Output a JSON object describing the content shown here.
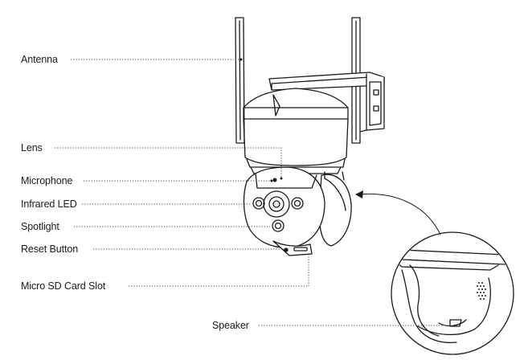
{
  "labels": {
    "antenna": "Antenna",
    "lens": "Lens",
    "microphone": "Microphone",
    "infrared_led": "Infrared LED",
    "spotlight": "Spotlight",
    "reset_button": "Reset Button",
    "sd_card_slot": "Micro SD Card Slot",
    "speaker": "Speaker"
  },
  "colors": {
    "line": "#1a1a1a",
    "leader": "#444444",
    "text": "#1a1a1a"
  }
}
